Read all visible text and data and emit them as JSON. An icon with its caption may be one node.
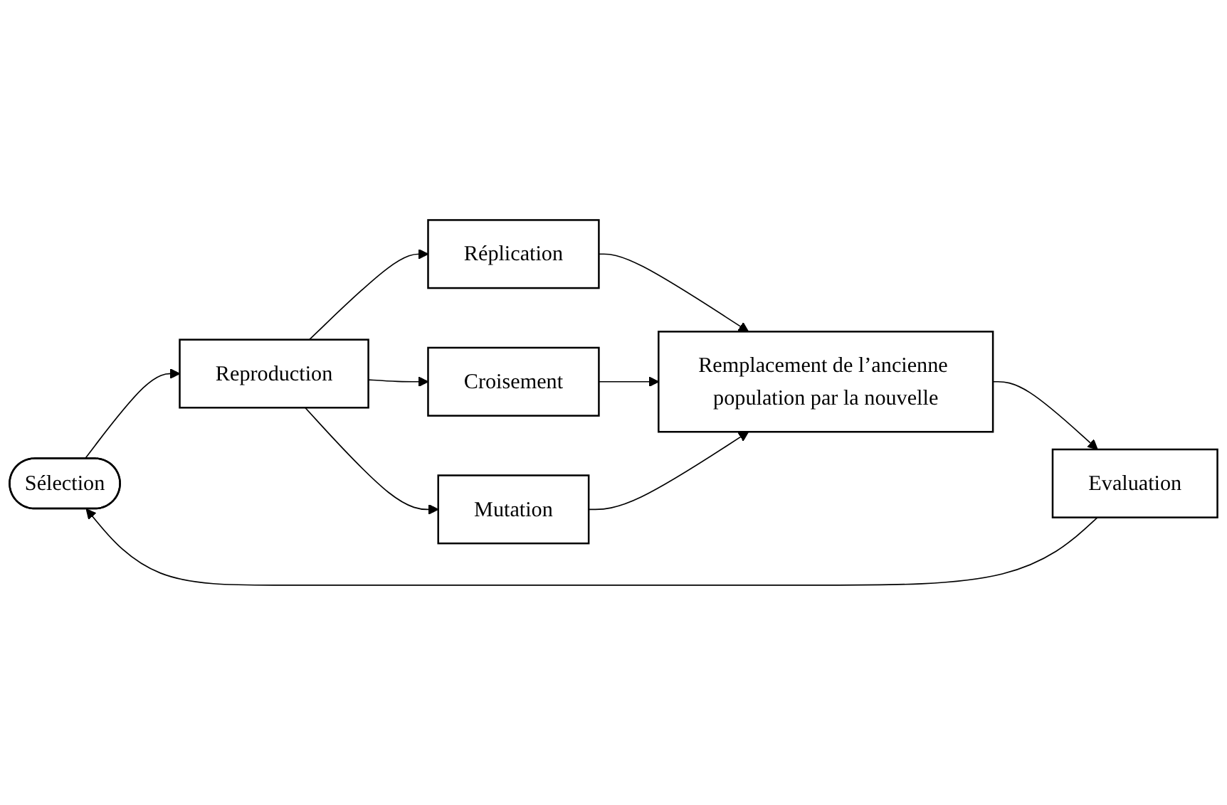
{
  "diagram": {
    "nodes": [
      {
        "text": [
          "Sélection"
        ]
      },
      {
        "text": [
          "Evaluation"
        ]
      },
      {
        "text": [
          "Reproduction"
        ]
      },
      {
        "text": [
          "Réplication"
        ]
      },
      {
        "text": [
          "Croisement"
        ]
      },
      {
        "text": [
          "Mutation"
        ]
      },
      {
        "text": [
          "Remplacement de l’ancienne population par la nouvelle"
        ]
      }
    ],
    "edges": [
      {
        "from": 1,
        "to": 0,
        "arrow": "to"
      },
      {
        "from": 0,
        "to": 2,
        "arrow": "to"
      },
      {
        "from": 2,
        "to": 3,
        "arrow": "to"
      },
      {
        "from": 2,
        "to": 4,
        "arrow": "to"
      },
      {
        "from": 2,
        "to": 5,
        "arrow": "to"
      },
      {
        "from": 3,
        "to": 6,
        "arrow": "to"
      },
      {
        "from": 4,
        "to": 6,
        "arrow": "to"
      },
      {
        "from": 5,
        "to": 6,
        "arrow": "to"
      },
      {
        "from": 6,
        "to": 1,
        "arrow": "to"
      }
    ]
  }
}
